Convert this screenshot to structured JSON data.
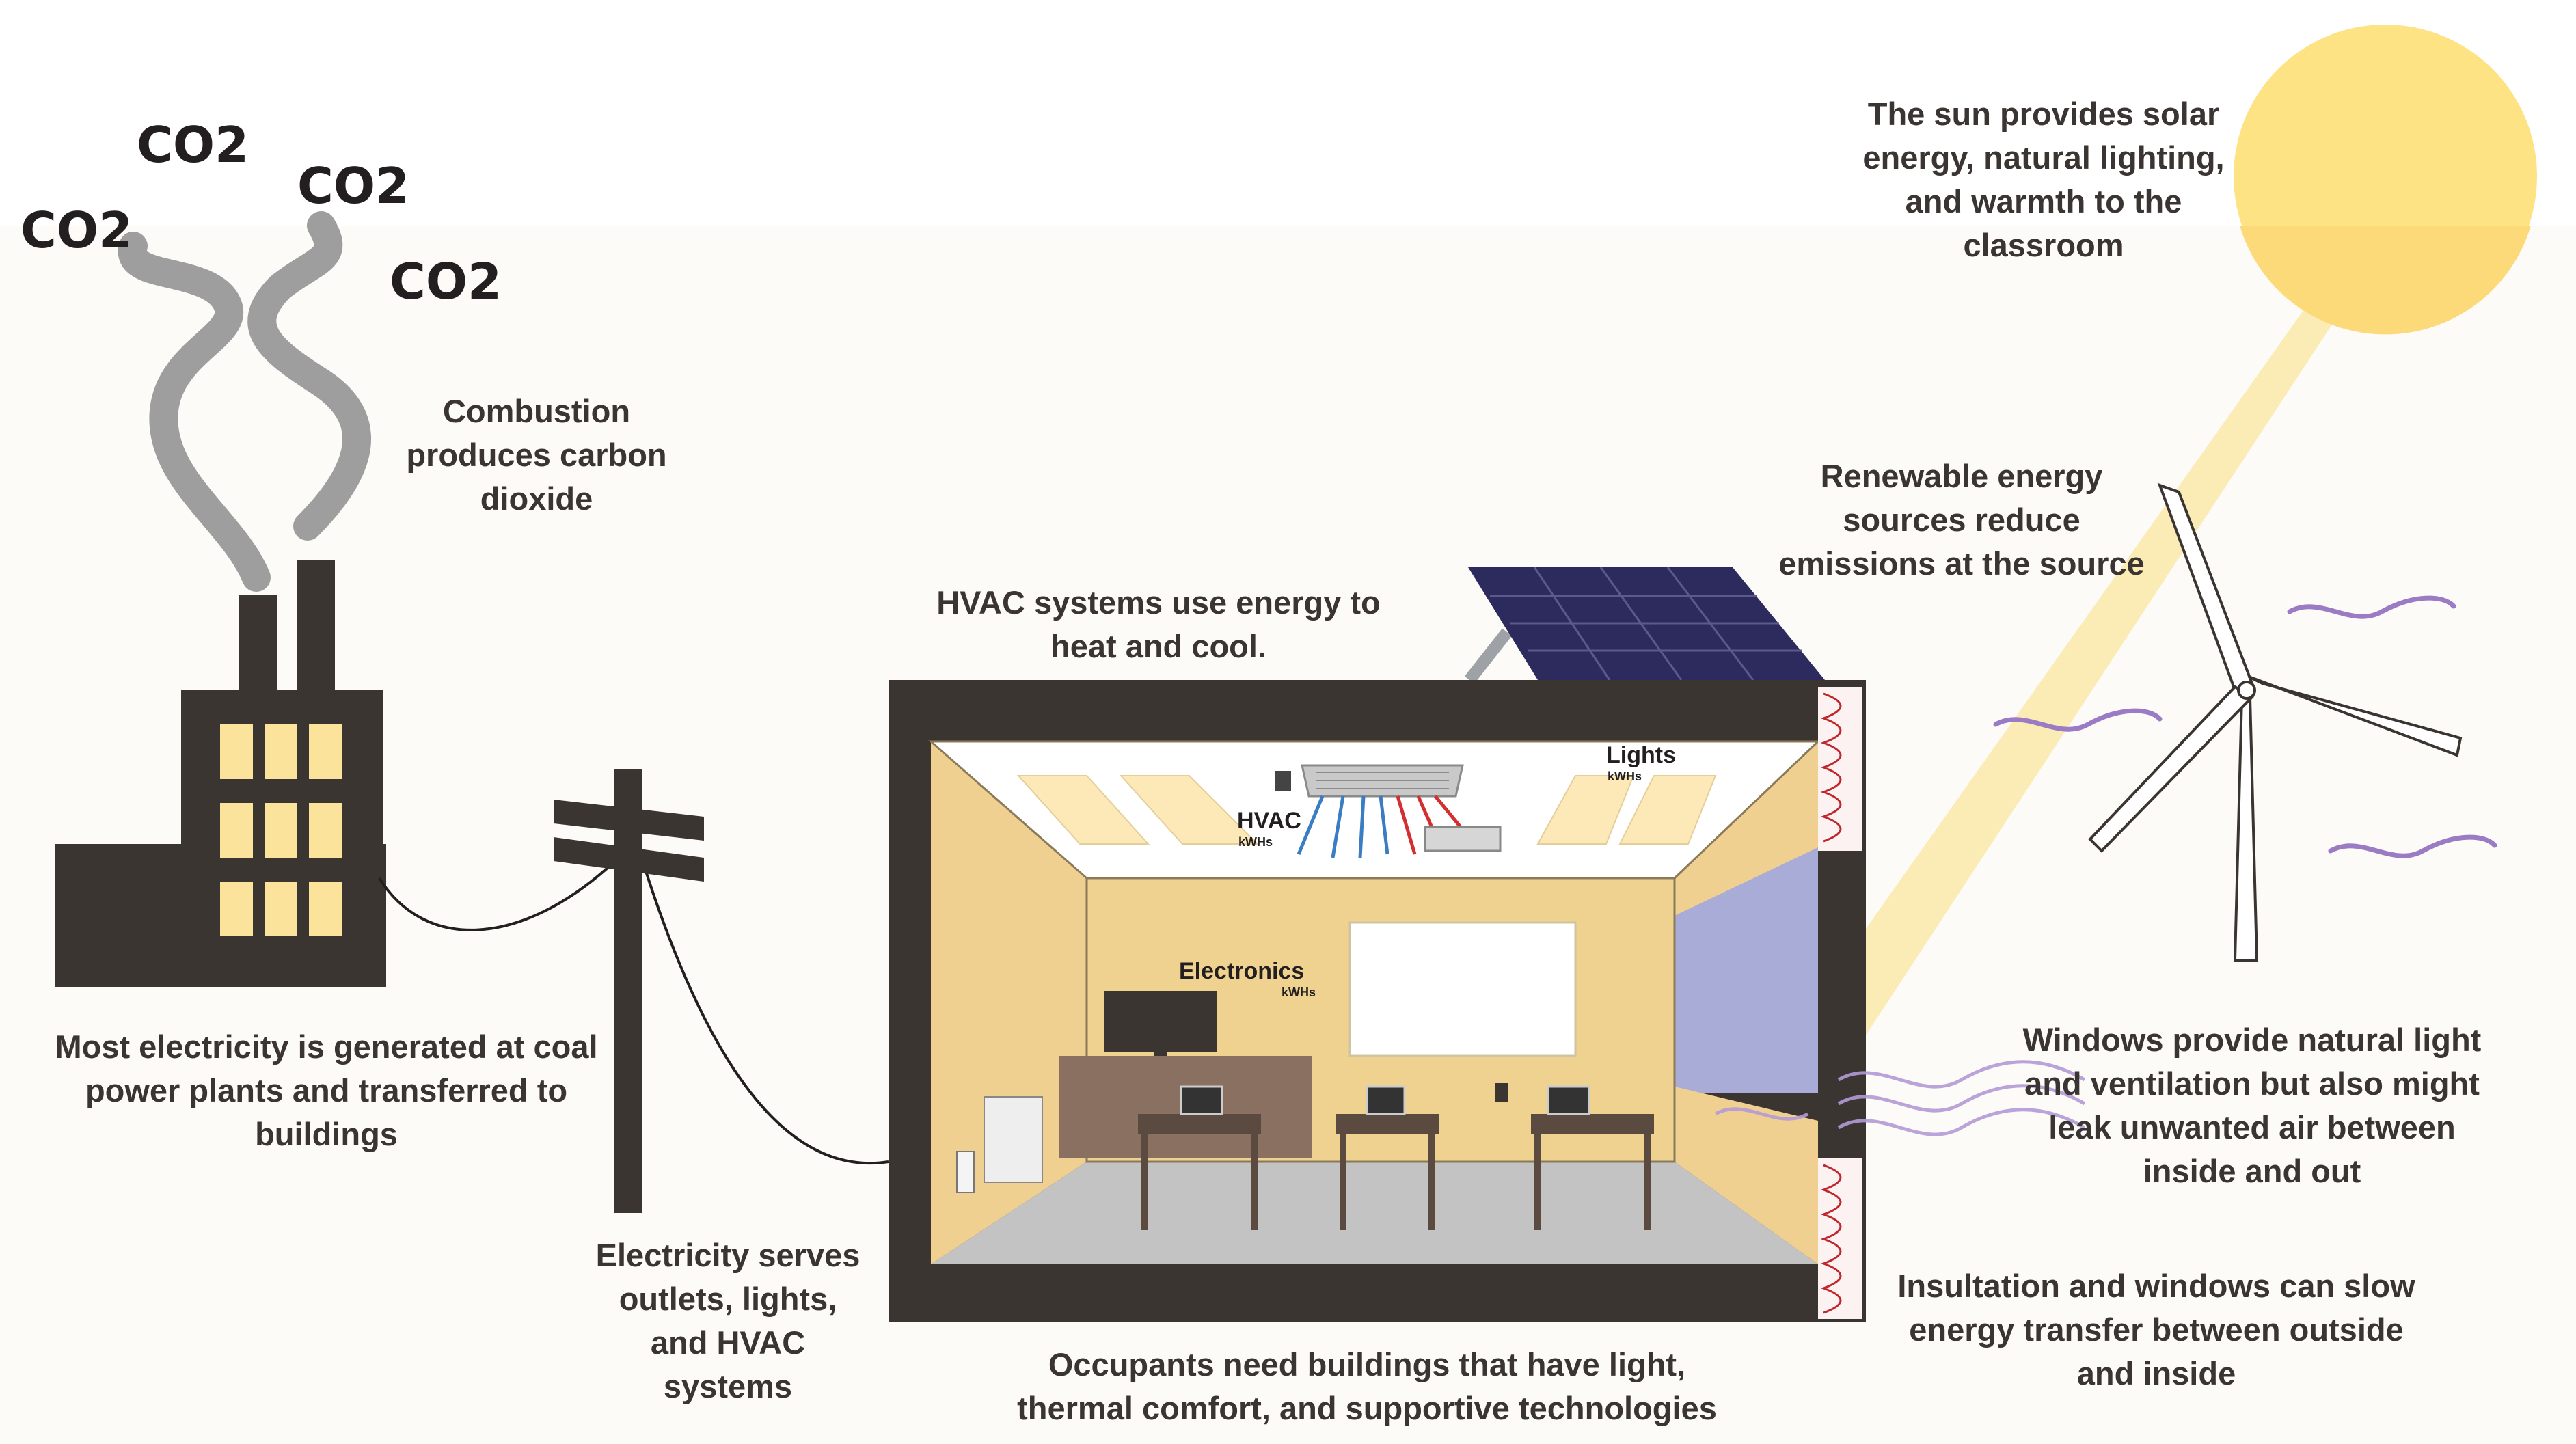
{
  "co2_labels": [
    "CO2",
    "CO2",
    "CO2",
    "CO2"
  ],
  "captions": {
    "combustion": "Combustion produces carbon dioxide",
    "coal": "Most electricity is generated at coal power plants and transferred to buildings",
    "electricity": "Electricity serves outlets, lights, and HVAC systems",
    "hvac": "HVAC systems use energy to heat and cool.",
    "occupants": "Occupants need buildings that have light, thermal comfort, and supportive technologies",
    "sun": "The sun provides solar energy, natural lighting, and warmth to the classroom",
    "renewable": "Renewable energy sources reduce emissions at the source",
    "windows": "Windows provide natural light and ventilation but also might leak unwanted air between inside and out",
    "insulation": "Insultation and windows can slow energy transfer between outside and inside"
  },
  "room_labels": {
    "hvac": "HVAC",
    "hvac_unit": "kWHs",
    "lights": "Lights",
    "lights_unit": "kWHs",
    "electronics": "Electronics",
    "electronics_unit": "kWHs"
  },
  "colors": {
    "dark": "#3b3532",
    "window_yellow": "#fce7a1",
    "wall": "#efd090",
    "sun": "#fde68a",
    "glass": "#a9abd6",
    "solar_panel": "#2d2a5e",
    "smoke": "#9a9a9a",
    "wind_lines": "#9b7bc3",
    "insulation": "#c0272d"
  }
}
